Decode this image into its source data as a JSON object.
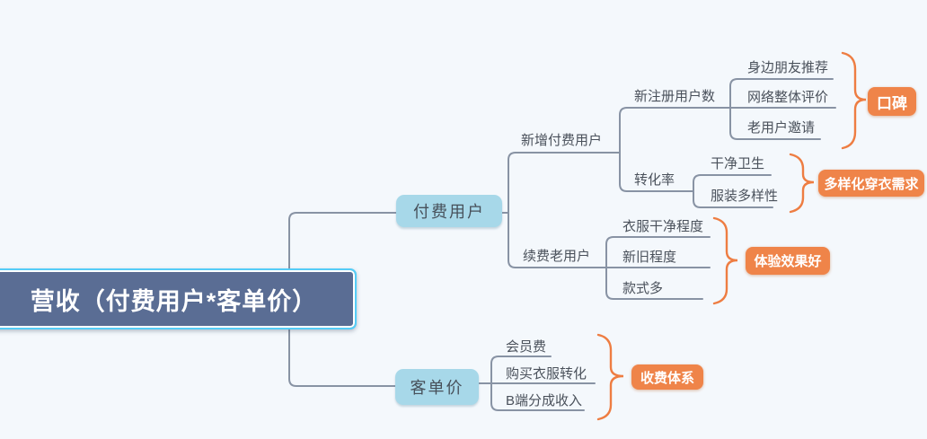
{
  "canvas": {
    "background": "#f4f8fc"
  },
  "colors": {
    "line": "#8893a4",
    "accent_orange": "#ee7d42",
    "topic_blue_fill": "#a7d8e9",
    "root_fill": "#5a6d94",
    "selection_border": "#55cdf7",
    "summary_fill": "#ef8449",
    "text_dark": "#4a515b",
    "text_light": "#ffffff"
  },
  "mindmap": {
    "root": {
      "label": "营收（付费用户*客单价）",
      "selected": true
    },
    "branches": [
      {
        "label": "付费用户",
        "children": [
          {
            "label": "新增付费用户",
            "children": [
              {
                "label": "新注册用户数",
                "children": [
                  {
                    "label": "身边朋友推荐"
                  },
                  {
                    "label": "网络整体评价"
                  },
                  {
                    "label": "老用户邀请"
                  }
                ],
                "summary": {
                  "label": "口碑"
                }
              },
              {
                "label": "转化率",
                "children": [
                  {
                    "label": "干净卫生"
                  },
                  {
                    "label": "服装多样性"
                  }
                ],
                "summary": {
                  "label": "多样化穿衣需求"
                }
              }
            ]
          },
          {
            "label": "续费老用户",
            "children": [
              {
                "label": "衣服干净程度"
              },
              {
                "label": "新旧程度"
              },
              {
                "label": "款式多"
              }
            ],
            "summary": {
              "label": "体验效果好"
            }
          }
        ]
      },
      {
        "label": "客单价",
        "children": [
          {
            "label": "会员费"
          },
          {
            "label": "购买衣服转化"
          },
          {
            "label": "B端分成收入"
          }
        ],
        "summary": {
          "label": "收费体系"
        }
      }
    ]
  }
}
